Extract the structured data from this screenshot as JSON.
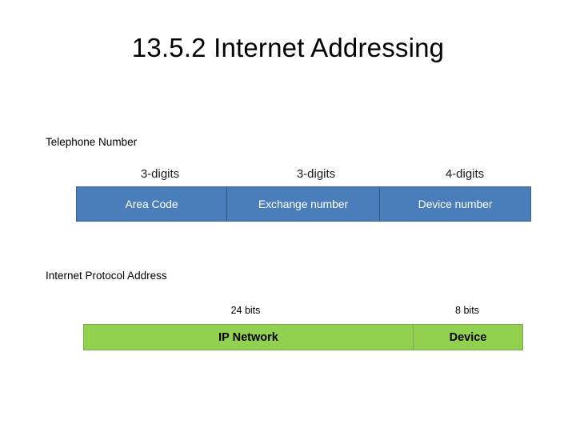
{
  "slide": {
    "title": "13.5.2 Internet Addressing",
    "background_color": "#ffffff"
  },
  "telephone_section": {
    "heading": "Telephone Number",
    "bar_color": "#4a7ebb",
    "bar_border_color": "#3a628f",
    "text_color": "#ffffff",
    "segments": [
      {
        "size_label": "3-digits",
        "name": "Area Code"
      },
      {
        "size_label": "3-digits",
        "name": "Exchange number"
      },
      {
        "size_label": "4-digits",
        "name": "Device number"
      }
    ]
  },
  "ip_section": {
    "heading": "Internet Protocol Address",
    "bar_color": "#92d050",
    "bar_border_color": "#7fa65a",
    "text_color": "#000000",
    "segments": [
      {
        "size_label": "24 bits",
        "name": "IP Network"
      },
      {
        "size_label": "8 bits",
        "name": "Device"
      }
    ]
  }
}
